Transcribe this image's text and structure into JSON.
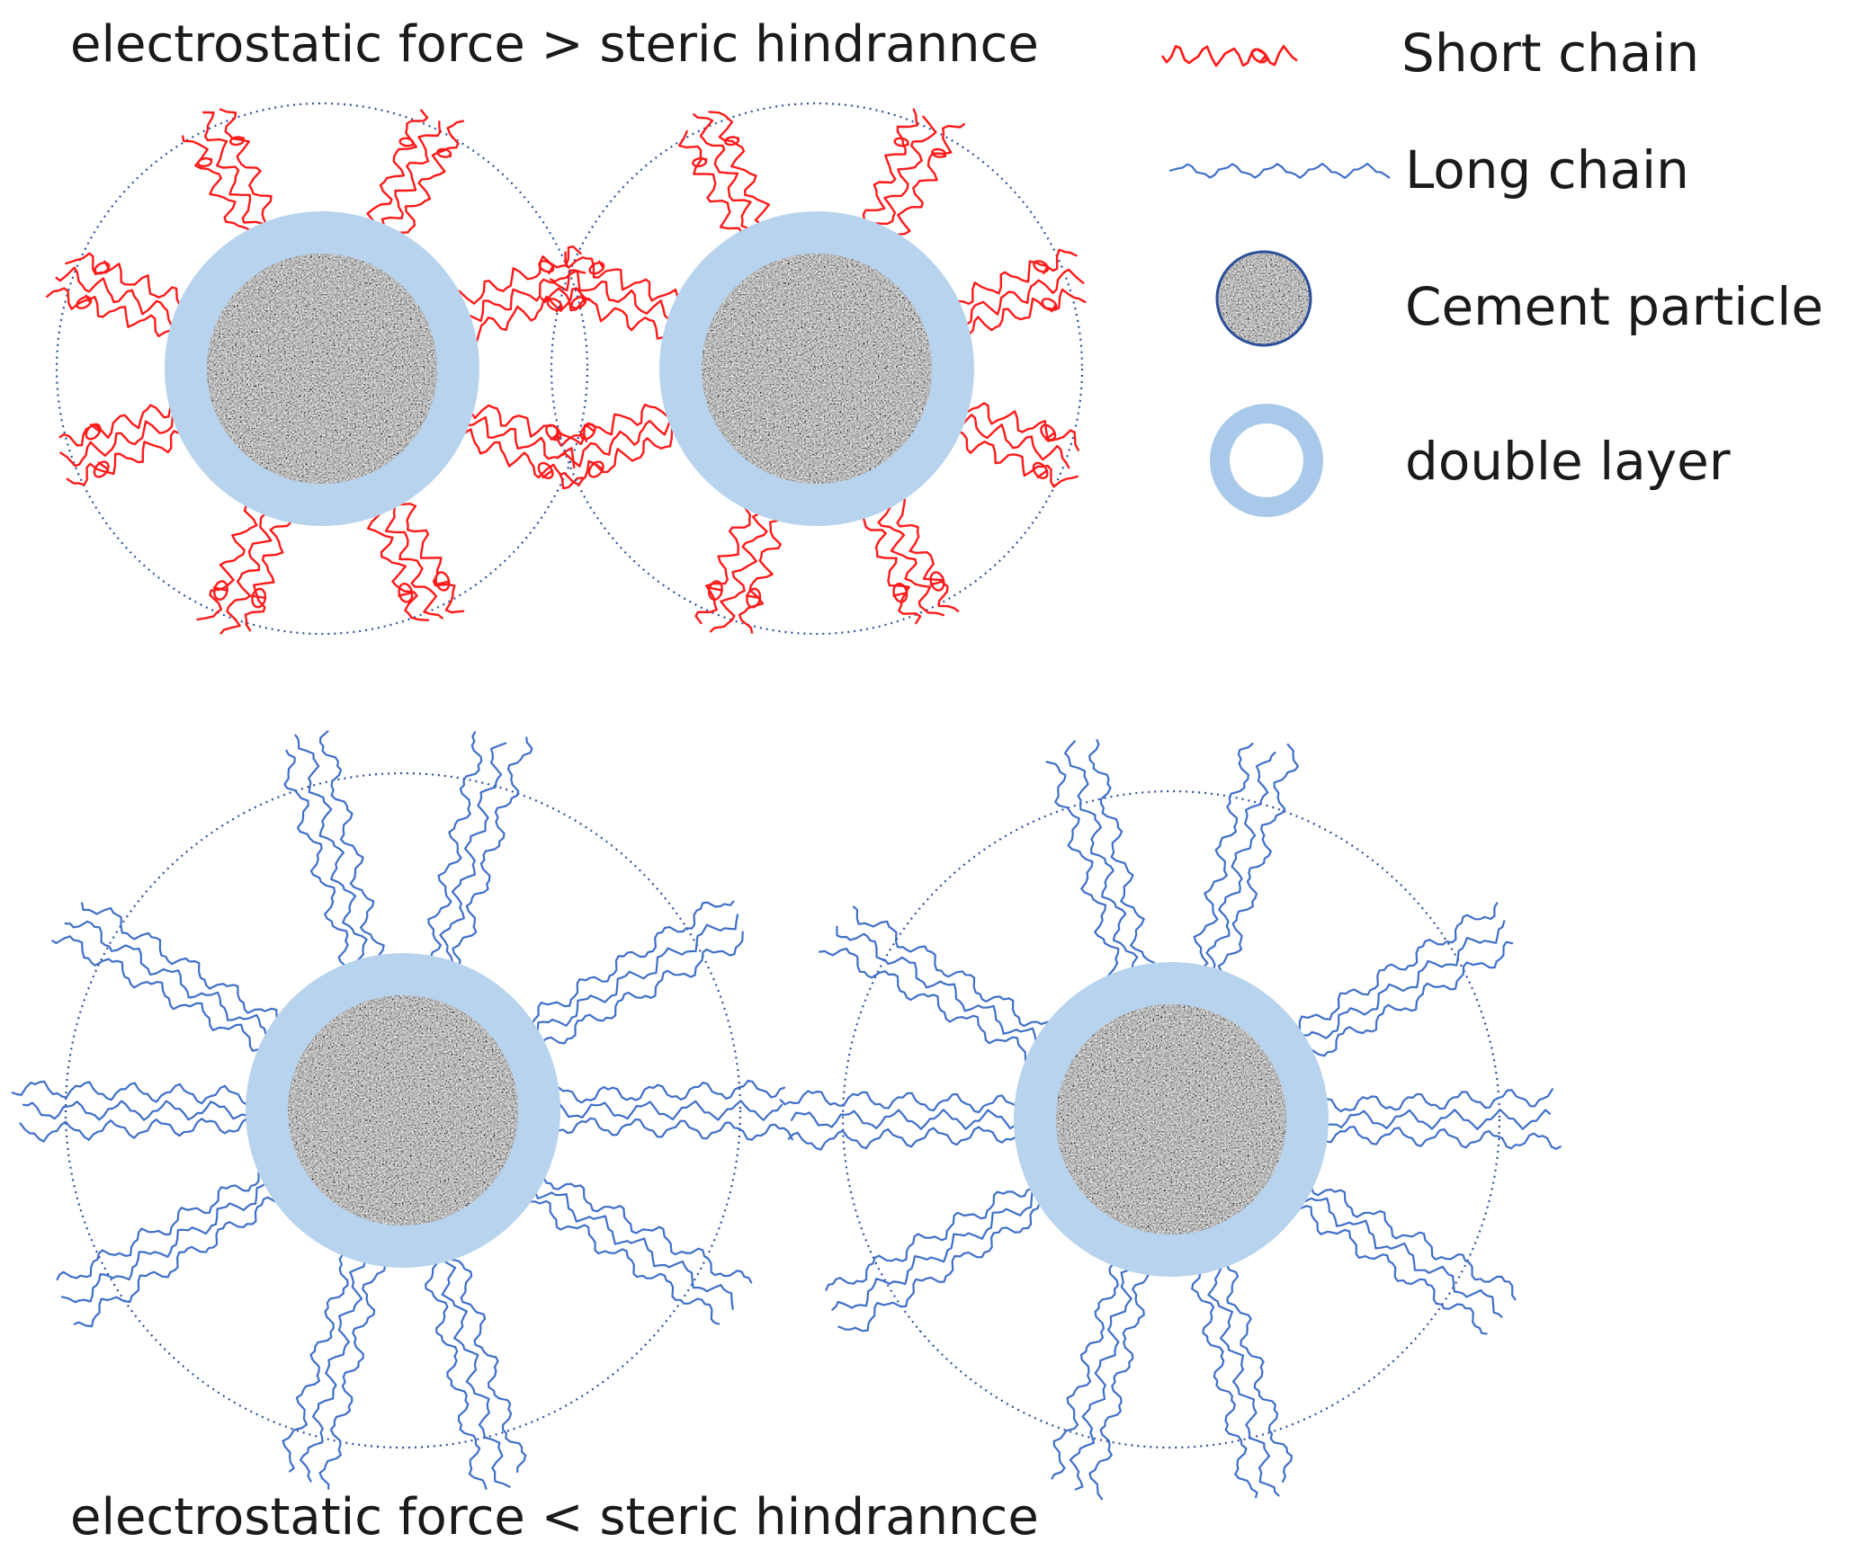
{
  "captions": {
    "top": "electrostatic force > steric hindrannce",
    "bottom": "electrostatic force  < steric hindrannce"
  },
  "legend": {
    "short_chain": "Short chain",
    "long_chain": "Long chain",
    "cement_particle": "Cement particle",
    "double_layer": "double layer"
  },
  "colors": {
    "short_chain": "#ff1a1a",
    "long_chain": "#3f6fc8",
    "double_layer": "#b8d3ee",
    "boundary": "#2d4f9a",
    "particle_dark": "#3b3b3b",
    "particle_light": "#d9d9d9"
  }
}
